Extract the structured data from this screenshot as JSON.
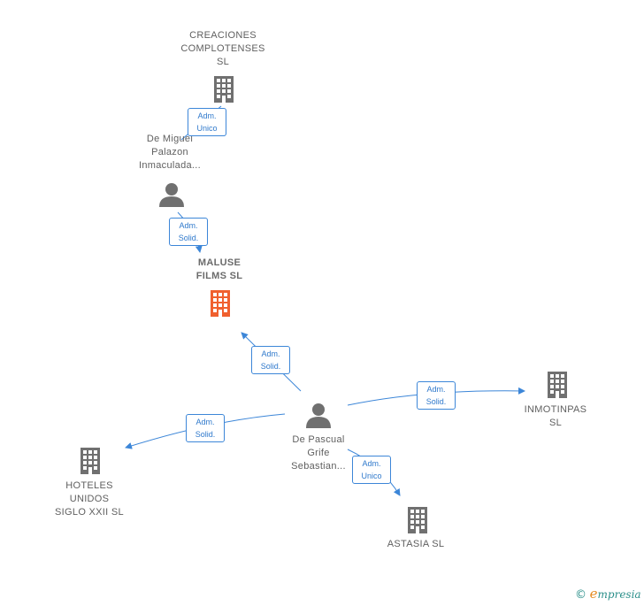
{
  "nodes": {
    "creaciones": "CREACIONES\nCOMPLOTENSES\nSL",
    "miguel": "De Miguel\nPalazon\nInmaculada...",
    "maluse": "MALUSE\nFILMS  SL",
    "pascual": "De Pascual\nGrife\nSebastian...",
    "inmotinpas": "INMOTINPAS\nSL",
    "hoteles": "HOTELES\nUNIDOS\nSIGLO XXII  SL",
    "astasia": "ASTASIA  SL"
  },
  "edges": {
    "e1": "Adm.\nUnico",
    "e2": "Adm.\nSolid.",
    "e3": "Adm.\nSolid.",
    "e4": "Adm.\nSolid.",
    "e5": "Adm.\nSolid.",
    "e6": "Adm.\nUnico"
  },
  "colors": {
    "company": "#707070",
    "focus": "#f0602e",
    "person": "#707070",
    "edge": "#3c86d8"
  },
  "footer": {
    "copyright": "©",
    "brand_initial": "e",
    "brand_rest": "mpresia"
  }
}
